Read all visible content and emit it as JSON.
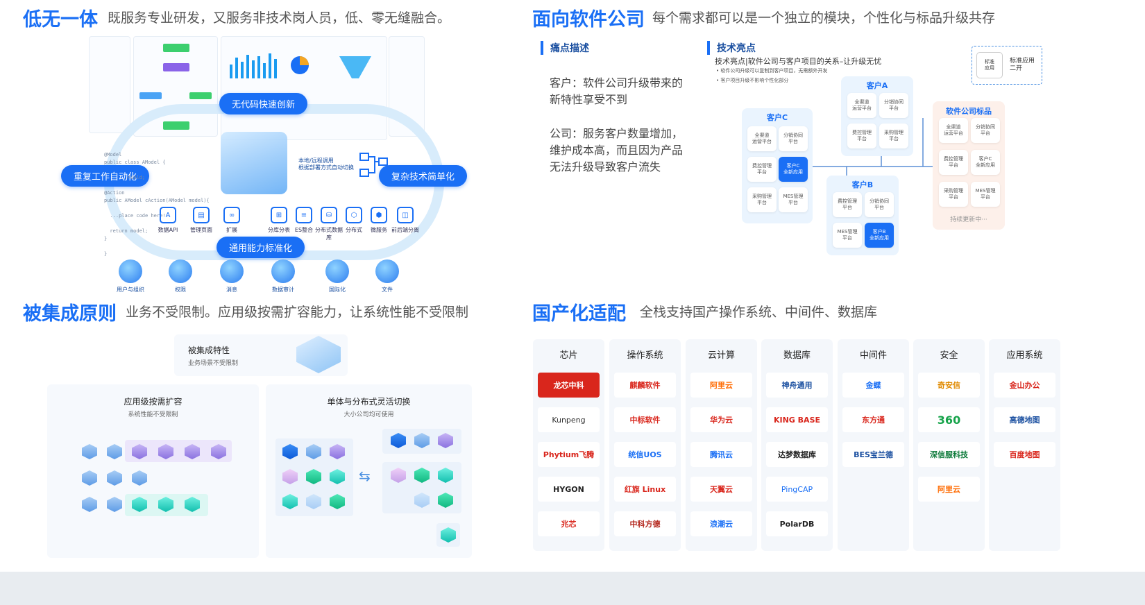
{
  "q1": {
    "title": "低无一体",
    "subtitle": "既服务专业研发，又服务非技术岗人员，低、零无缝融合。",
    "pills": {
      "nocode": "无代码快速创新",
      "repeat": "重复工作自动化",
      "complex": "复杂技术简单化",
      "standard": "通用能力标准化"
    },
    "deploy_note": "本地/远程调用\n根据部署方式自动切换",
    "code_lines": "@Model\npublic class AModel {\n\n        Field;\n\n@Action\npublic AModel cAction(AModel model){\n\n  ...place code here!\n\n  return model;\n}\n\n}",
    "capabilities": [
      {
        "label": "数据API",
        "icon": "api-icon"
      },
      {
        "label": "管理页面",
        "icon": "page-icon"
      },
      {
        "label": "扩展",
        "icon": "extend-icon"
      },
      {
        "label": "分库分表",
        "icon": "shard-icon"
      },
      {
        "label": "ES整合",
        "icon": "es-icon"
      },
      {
        "label": "分布式数据库",
        "icon": "distributed-db-icon"
      },
      {
        "label": "分布式",
        "icon": "distributed-icon"
      },
      {
        "label": "微服务",
        "icon": "microservice-icon"
      },
      {
        "label": "前后端分离",
        "icon": "frontend-backend-icon"
      }
    ],
    "modules": [
      {
        "label": "用户与组织",
        "icon": "user-org-icon"
      },
      {
        "label": "权限",
        "icon": "permission-icon"
      },
      {
        "label": "消息",
        "icon": "message-icon"
      },
      {
        "label": "数据审计",
        "icon": "audit-icon"
      },
      {
        "label": "国际化",
        "icon": "globe-icon"
      },
      {
        "label": "文件",
        "icon": "file-icon"
      }
    ]
  },
  "q2": {
    "title": "面向软件公司",
    "subtitle": "每个需求都可以是一个独立的模块，个性化与标品升级共存",
    "pain_heading": "痛点描述",
    "pain_1": "客户：软件公司升级带来的新特性享受不到",
    "pain_2": "公司：服务客户数量增加，维护成本高，而且因为产品无法升级导致客户流失",
    "tech_heading": "技术亮点",
    "tech_line": "技术亮点|软件公司与客户项目的关系–让升级无忧",
    "tech_bullet_1": "软件公司升级可以复制到客户项目，无需额外开发",
    "tech_bullet_2": "客户项目升级不影响个性化部分",
    "legend_box": "标准\n应用",
    "legend_text": "标准应用\n二开",
    "customer_a": "客户A",
    "customer_b": "客户B",
    "customer_c": "客户C",
    "standard_title": "软件公司标品",
    "standard_footer": "持续更新中···",
    "apps": {
      "omni": "全渠道\n运营平台",
      "dist": "分销协同\n平台",
      "cost": "费控管理\n平台",
      "purchase": "采购管理\n平台",
      "mes": "MES管理\n平台",
      "c_new": "客户C\n全新应用",
      "b_new": "客户B\n全新应用",
      "std_new": "客户C\n全新应用"
    }
  },
  "q3": {
    "title": "被集成原则",
    "subtitle": "业务不受限制。应用级按需扩容能力，让系统性能不受限制",
    "feature_title": "被集成特性",
    "feature_sub": "业务场景不受限制",
    "left_title": "应用级按需扩容",
    "left_sub": "系统性能不受限制",
    "right_title": "单体与分布式灵活切换",
    "right_sub": "大小公司均可使用"
  },
  "q4": {
    "title": "国产化适配",
    "subtitle": "全栈支持国产操作系统、中间件、数据库",
    "columns": [
      {
        "header": "芯片",
        "logos": [
          "龙芯中科",
          "Kunpeng",
          "Phytium飞腾",
          "HYGON",
          "兆芯"
        ]
      },
      {
        "header": "操作系统",
        "logos": [
          "麒麟软件",
          "中标软件",
          "统信UOS",
          "红旗 Linux",
          "中科方德"
        ]
      },
      {
        "header": "云计算",
        "logos": [
          "阿里云",
          "华为云",
          "腾讯云",
          "天翼云",
          "浪潮云"
        ]
      },
      {
        "header": "数据库",
        "logos": [
          "神舟通用",
          "KING BASE",
          "达梦数据库",
          "PingCAP",
          "PolarDB"
        ]
      },
      {
        "header": "中间件",
        "logos": [
          "金蝶",
          "东方通",
          "BES宝兰德"
        ]
      },
      {
        "header": "安全",
        "logos": [
          "奇安信",
          "360",
          "深信服科技",
          "阿里云"
        ]
      },
      {
        "header": "应用系统",
        "logos": [
          "金山办公",
          "高德地图",
          "百度地图"
        ]
      }
    ],
    "colors": {
      "accent": "#1a6ff5",
      "red": "#d9261c"
    }
  }
}
